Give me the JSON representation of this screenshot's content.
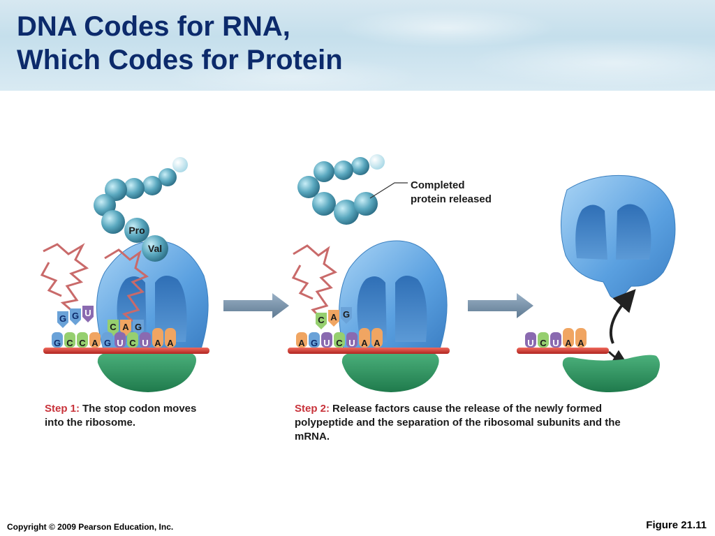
{
  "slide": {
    "title_line1": "DNA Codes for RNA,",
    "title_line2": "Which Codes for Protein"
  },
  "diagram": {
    "panel1": {
      "aa_labels": [
        "Pro",
        "Val"
      ],
      "trna1_anticodon": [
        "G",
        "G",
        "U"
      ],
      "trna2_anticodon": [
        "C",
        "A",
        "G"
      ],
      "mrna_bases": [
        "G",
        "C",
        "C",
        "A",
        "G",
        "U",
        "C",
        "U",
        "A",
        "A"
      ]
    },
    "panel2": {
      "callout": [
        "Completed",
        "protein released"
      ],
      "trna_anticodon": [
        "C",
        "A",
        "G"
      ],
      "mrna_bases": [
        "A",
        "G",
        "U",
        "C",
        "U",
        "A",
        "A"
      ]
    },
    "panel3": {
      "mrna_bases": [
        "U",
        "C",
        "U",
        "A",
        "A"
      ]
    }
  },
  "captions": {
    "step1_label": "Step 1:",
    "step1_text": "The stop codon moves into the ribosome.",
    "step2_label": "Step 2:",
    "step2_text": "Release factors cause the release of the newly formed polypeptide and the separation of the ribosomal subunits and the mRNA."
  },
  "footer": {
    "copyright": "Copyright © 2009 Pearson Education, Inc.",
    "figure": "Figure 21.11"
  },
  "colors": {
    "title": "#0c2a6b",
    "step_label": "#c8323a",
    "ribosome_large": "#6fb0e6",
    "ribosome_small": "#2e8f5e",
    "mrna": "#d9332f",
    "amino_acid": "#5aa8bf",
    "trna": "#c96a6a",
    "base_G": "#6aa2d8",
    "base_C": "#96cf6f",
    "base_A": "#f0a562",
    "base_U": "#8a6ab0"
  }
}
